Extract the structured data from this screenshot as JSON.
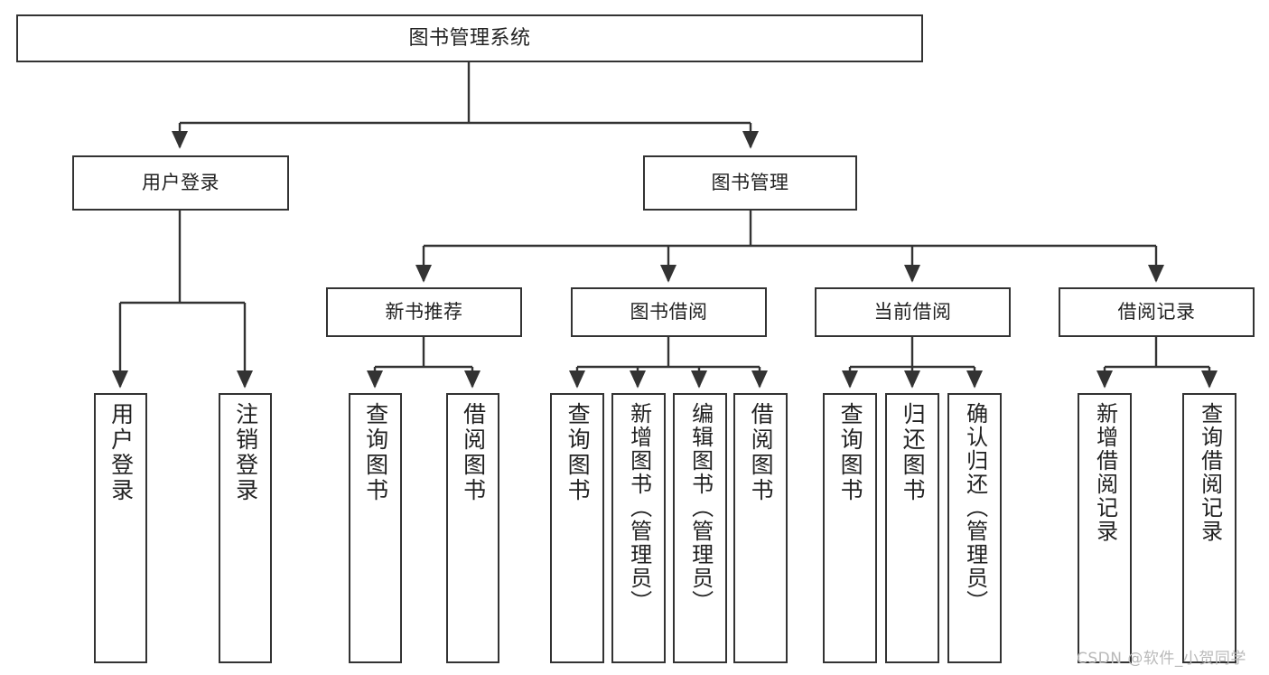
{
  "diagram": {
    "title": "图书管理系统",
    "type": "tree",
    "watermark": "CSDN @软件_小贺同学",
    "colors": {
      "node_border": "#333333",
      "node_fill": "#ffffff",
      "edge": "#333333",
      "text": "#222222",
      "watermark": "#b9b9b9"
    },
    "nodes": {
      "root": {
        "label": "图书管理系统"
      },
      "level2": [
        {
          "id": "user_login",
          "label": "用户登录"
        },
        {
          "id": "book_manage",
          "label": "图书管理"
        }
      ],
      "level3": [
        {
          "id": "new_book_rec",
          "label": "新书推荐"
        },
        {
          "id": "book_borrow",
          "label": "图书借阅"
        },
        {
          "id": "current_borrow",
          "label": "当前借阅"
        },
        {
          "id": "borrow_record",
          "label": "借阅记录"
        }
      ],
      "leaves": {
        "user_login": [
          {
            "id": "leaf_user_login",
            "label": "用户登录"
          },
          {
            "id": "leaf_user_logout",
            "label": "注销登录"
          }
        ],
        "new_book_rec": [
          {
            "id": "leaf_query_book_1",
            "label": "查询图书"
          },
          {
            "id": "leaf_borrow_book_1",
            "label": "借阅图书"
          }
        ],
        "book_borrow": [
          {
            "id": "leaf_query_book_2",
            "label": "查询图书"
          },
          {
            "id": "leaf_add_book",
            "label": "新增图书（管理员）"
          },
          {
            "id": "leaf_edit_book",
            "label": "编辑图书（管理员）"
          },
          {
            "id": "leaf_borrow_book_2",
            "label": "借阅图书"
          }
        ],
        "current_borrow": [
          {
            "id": "leaf_query_book_3",
            "label": "查询图书"
          },
          {
            "id": "leaf_return_book",
            "label": "归还图书"
          },
          {
            "id": "leaf_confirm_return",
            "label": "确认归还（管理员）"
          }
        ],
        "borrow_record": [
          {
            "id": "leaf_add_record",
            "label": "新增借阅记录"
          },
          {
            "id": "leaf_query_record",
            "label": "查询借阅记录"
          }
        ]
      }
    }
  }
}
